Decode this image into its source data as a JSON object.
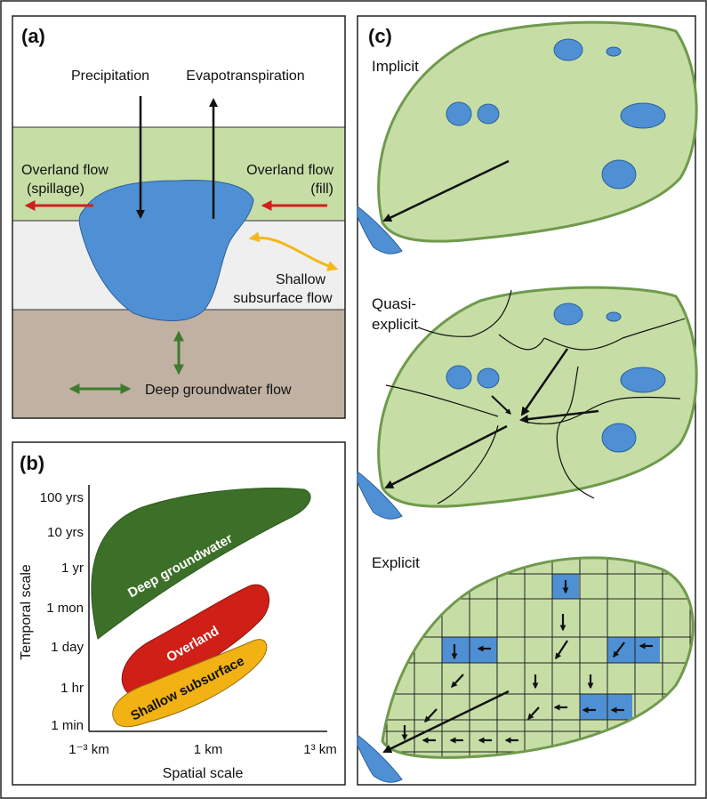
{
  "panel_a": {
    "label": "(a)",
    "precipitation": "Precipitation",
    "evapotranspiration": "Evapotranspiration",
    "overland_spill_1": "Overland flow",
    "overland_spill_2": "(spillage)",
    "overland_fill_1": "Overland flow",
    "overland_fill_2": "(fill)",
    "shallow_1": "Shallow",
    "shallow_2": "subsurface flow",
    "deep": "Deep groundwater flow"
  },
  "panel_b": {
    "label": "(b)",
    "ylabel": "Temporal scale",
    "xlabel": "Spatial scale",
    "y_ticks": [
      "100 yrs",
      "10 yrs",
      "1 yr",
      "1 mon",
      "1 day",
      "1 hr",
      "1 min"
    ],
    "x_ticks": [
      "1⁻³ km",
      "1 km",
      "1³ km"
    ],
    "bands": {
      "deep": "Deep groundwater",
      "overland": "Overland",
      "shallow": "Shallow subsurface"
    }
  },
  "panel_c": {
    "label": "(c)",
    "implicit": "Implicit",
    "quasi_1": "Quasi-",
    "quasi_2": "explicit",
    "explicit": "Explicit"
  },
  "colors": {
    "land_green": "#c6dea6",
    "outline_green": "#6f9a4c",
    "water_blue": "#4f90d4",
    "soil_brown": "#c0b1a2",
    "shallow_grey": "#efefef",
    "red_arrow": "#d0201c",
    "yellow_arrow": "#f3b81a",
    "green_arrow": "#3f7b2e",
    "deep_band": "#3c7028",
    "overland_band": "#cf1f17",
    "shallow_band": "#f2b214"
  }
}
